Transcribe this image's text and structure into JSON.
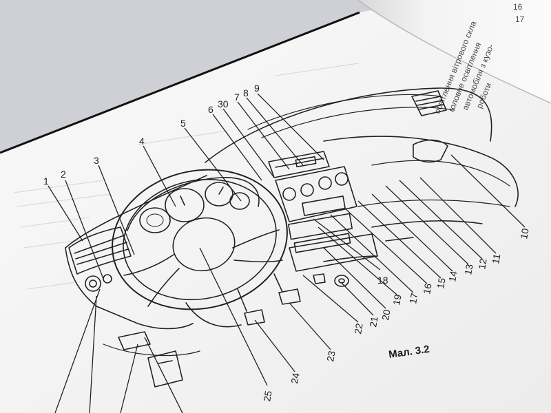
{
  "figure": {
    "caption": "Мал. 3.2",
    "callouts": [
      "1",
      "2",
      "3",
      "4",
      "5",
      "6",
      "30",
      "7",
      "8",
      "9",
      "10",
      "11",
      "12",
      "13",
      "14",
      "15",
      "16",
      "17",
      "18",
      "19",
      "20",
      "21",
      "22",
      "23",
      "24",
      "25"
    ]
  },
  "facing_page": {
    "lines": [
      "освітлення вітрового скла",
      "головне освітлення",
      "автомобіля з кузо-",
      "роботи"
    ],
    "numbers": [
      "16",
      "17"
    ]
  }
}
